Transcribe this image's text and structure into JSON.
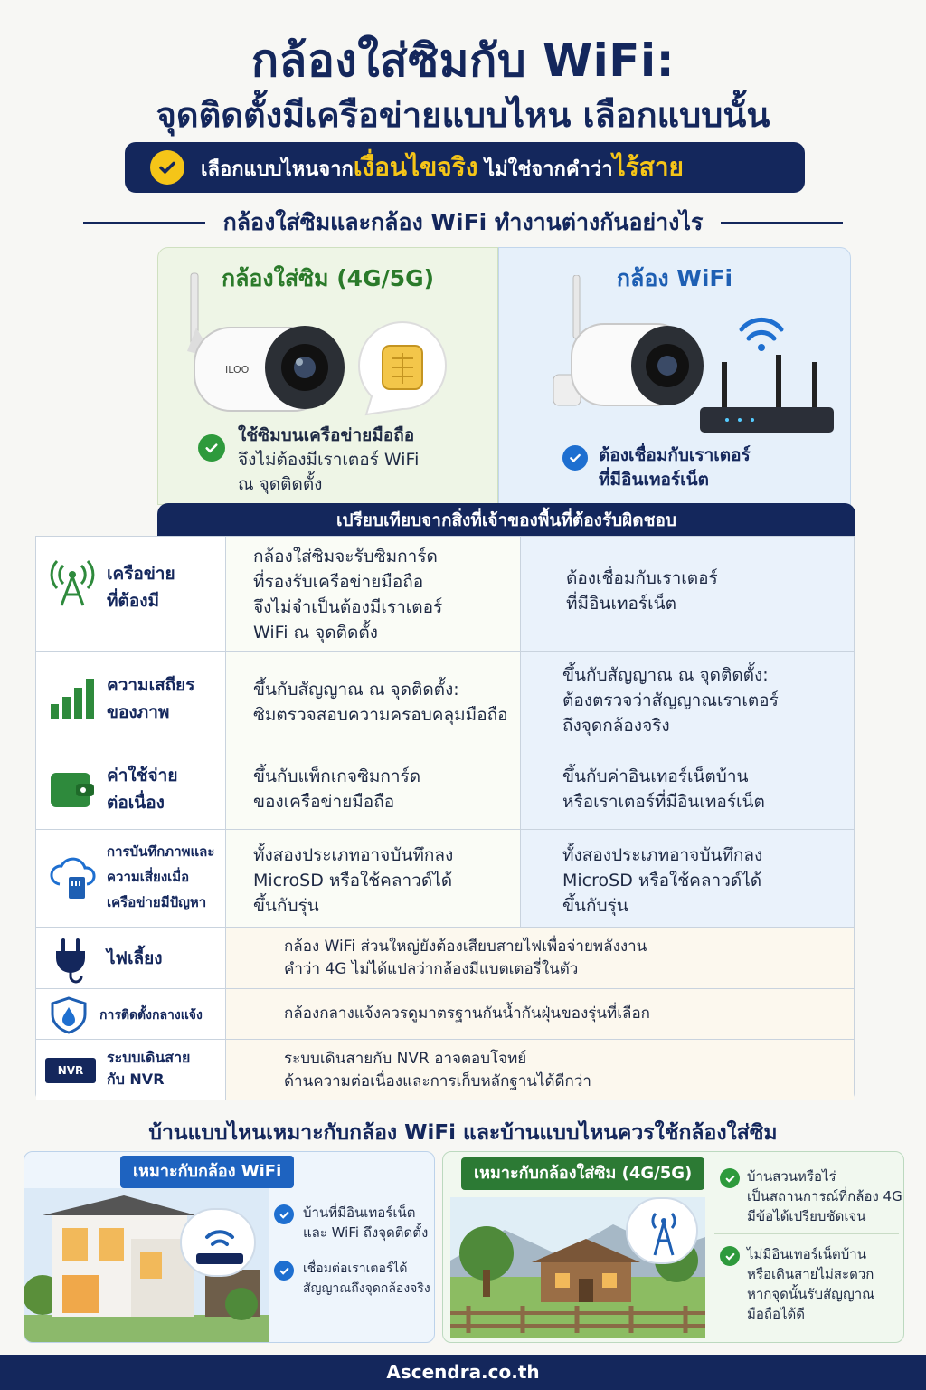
{
  "header": {
    "title_line1": "กล้องใส่ซิมกับ WiFi:",
    "title_line2": "จุดติดตั้งมีเครือข่ายแบบไหน เลือกแบบนั้น",
    "pill_part1": "เลือกแบบไหนจาก",
    "pill_highlight1": "เงื่อนไขจริง",
    "pill_part2": " ไม่ใช่จากคำว่า",
    "pill_highlight2": "ไร้สาย",
    "section_title": "กล้องใส่ซิมและกล้อง WiFi ทำงานต่างกันอย่างไร"
  },
  "cards": {
    "sim": {
      "title": "กล้องใส่ซิม (4G/5G)",
      "camera_brand": "ILOO",
      "note_line1": "ใช้ซิมบนเครือข่ายมือถือ",
      "note_line2": "จึงไม่ต้องมีเราเตอร์ WiFi",
      "note_line3": "ณ จุดติดตั้ง"
    },
    "wifi": {
      "title": "กล้อง WiFi",
      "note_line1": "ต้องเชื่อมกับเราเตอร์",
      "note_line2": "ที่มีอินเทอร์เน็ต"
    }
  },
  "comparison": {
    "banner": "เปรียบเทียบจากสิ่งที่เจ้าของพื้นที่ต้องรับผิดชอบ",
    "rows": [
      {
        "label1": "เครือข่าย",
        "label2": "ที่ต้องมี",
        "sim1": "กล้องใส่ซิมจะรับซิมการ์ด",
        "sim2": "ที่รองรับเครือข่ายมือถือ",
        "sim3": "จึงไม่จำเป็นต้องมีเราเตอร์",
        "sim4": "WiFi ณ จุดติดตั้ง",
        "wifi1": "ต้องเชื่อมกับเราเตอร์",
        "wifi2": "ที่มีอินเทอร์เน็ต"
      },
      {
        "label1": "ความเสถียร",
        "label2": "ของภาพ",
        "sim1": "ขึ้นกับสัญญาณ ณ จุดติดตั้ง:",
        "sim2": "ซิมตรวจสอบความครอบคลุมมือถือ",
        "wifi1": "ขึ้นกับสัญญาณ ณ จุดติดตั้ง:",
        "wifi2": "ต้องตรวจว่าสัญญาณเราเตอร์",
        "wifi3": "ถึงจุดกล้องจริง"
      },
      {
        "label1": "ค่าใช้จ่าย",
        "label2": "ต่อเนื่อง",
        "sim1": "ขึ้นกับแพ็กเกจซิมการ์ด",
        "sim2": "ของเครือข่ายมือถือ",
        "wifi1": "ขึ้นกับค่าอินเทอร์เน็ตบ้าน",
        "wifi2": "หรือเราเตอร์ที่มีอินเทอร์เน็ต"
      },
      {
        "label1": "การบันทึกภาพและ",
        "label2": "ความเสี่ยงเมื่อ",
        "label3": "เครือข่ายมีปัญหา",
        "sim1": "ทั้งสองประเภทอาจบันทึกลง",
        "sim2": "MicroSD หรือใช้คลาวด์ได้",
        "sim3": "ขึ้นกับรุ่น",
        "wifi1": "ทั้งสองประเภทอาจบันทึกลง",
        "wifi2": "MicroSD หรือใช้คลาวด์ได้",
        "wifi3": "ขึ้นกับรุ่น"
      },
      {
        "label1": "ไฟเลี้ยง",
        "merged1": "กล้อง WiFi ส่วนใหญ่ยังต้องเสียบสายไฟเพื่อจ่ายพลังงาน",
        "merged2": "คำว่า 4G ไม่ได้แปลว่ากล้องมีแบตเตอรี่ในตัว"
      },
      {
        "label1": "การติดตั้งกลางแจ้ง",
        "merged1": "กล้องกลางแจ้งควรดูมาตรฐานกันน้ำกันฝุ่นของรุ่นที่เลือก"
      },
      {
        "label1": "ระบบเดินสาย",
        "label2": "กับ NVR",
        "icon_text": "NVR",
        "merged1": "ระบบเดินสายกับ NVR อาจตอบโจทย์",
        "merged2": "ด้านความต่อเนื่องและการเก็บหลักฐานได้ดีกว่า"
      }
    ]
  },
  "bottom": {
    "title": "บ้านแบบไหนเหมาะกับกล้อง WiFi และบ้านแบบไหนควรใช้กล้องใส่ซิม",
    "wifi_panel": {
      "tag": "เหมาะกับกล้อง WiFi",
      "item1_line1": "บ้านที่มีอินเทอร์เน็ต",
      "item1_line2": "และ WiFi ถึงจุดติดตั้ง",
      "item2_line1": "เชื่อมต่อเราเตอร์ได้",
      "item2_line2": "สัญญาณถึงจุดกล้องจริง"
    },
    "sim_panel": {
      "tag": "เหมาะกับกล้องใส่ซิม (4G/5G)",
      "item1_line1": "บ้านสวนหรือไร่",
      "item1_line2": "เป็นสถานการณ์ที่กล้อง 4G",
      "item1_line3": "มีข้อได้เปรียบชัดเจน",
      "item2_line1": "ไม่มีอินเทอร์เน็ตบ้าน",
      "item2_line2": "หรือเดินสายไม่สะดวก",
      "item2_line3": "หากจุดนั้นรับสัญญาณ",
      "item2_line4": "มือถือได้ดี"
    }
  },
  "footer": {
    "site": "Ascendra.co.th"
  }
}
